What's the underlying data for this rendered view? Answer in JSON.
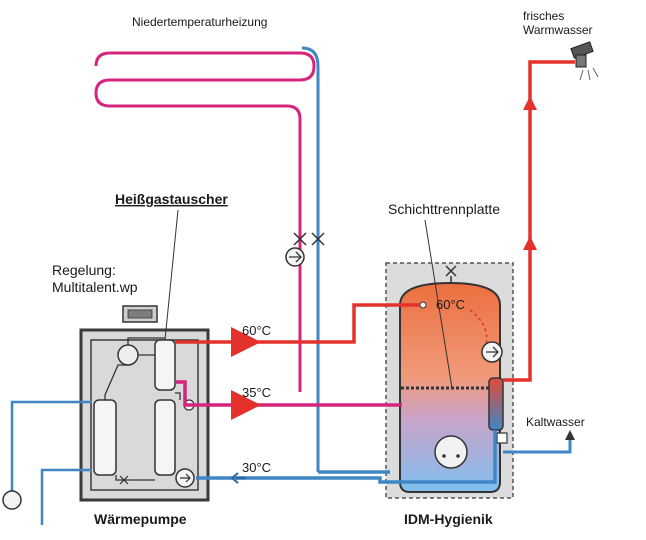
{
  "labels": {
    "floor_heating": "Niedertemperaturheizung",
    "fresh_hot_water": [
      "frisches",
      "Warmwasser"
    ],
    "hot_gas_exchanger": "Heißgastauscher",
    "layer_plate": "Schichttrennplatte",
    "control_line1": "Regelung:",
    "control_line2": "Multitalent.wp",
    "temp_60_line": "60°C",
    "temp_35_line": "35°C",
    "temp_30_line": "30°C",
    "tank_temp": "60°C",
    "cold_water": "Kaltwasser",
    "heat_pump": "Wärmepumpe",
    "tank": "IDM-Hygienik"
  },
  "colors": {
    "hot_red": "#e4312b",
    "magenta": "#d6247e",
    "cold_blue": "#3f86c4",
    "dark_blue": "#2b64a6",
    "tank_top": "#ee7a4e",
    "tank_bottom": "#8cc4ee",
    "housing_fill": "#d9d9d9",
    "housing_stroke": "#3a3a3a"
  }
}
